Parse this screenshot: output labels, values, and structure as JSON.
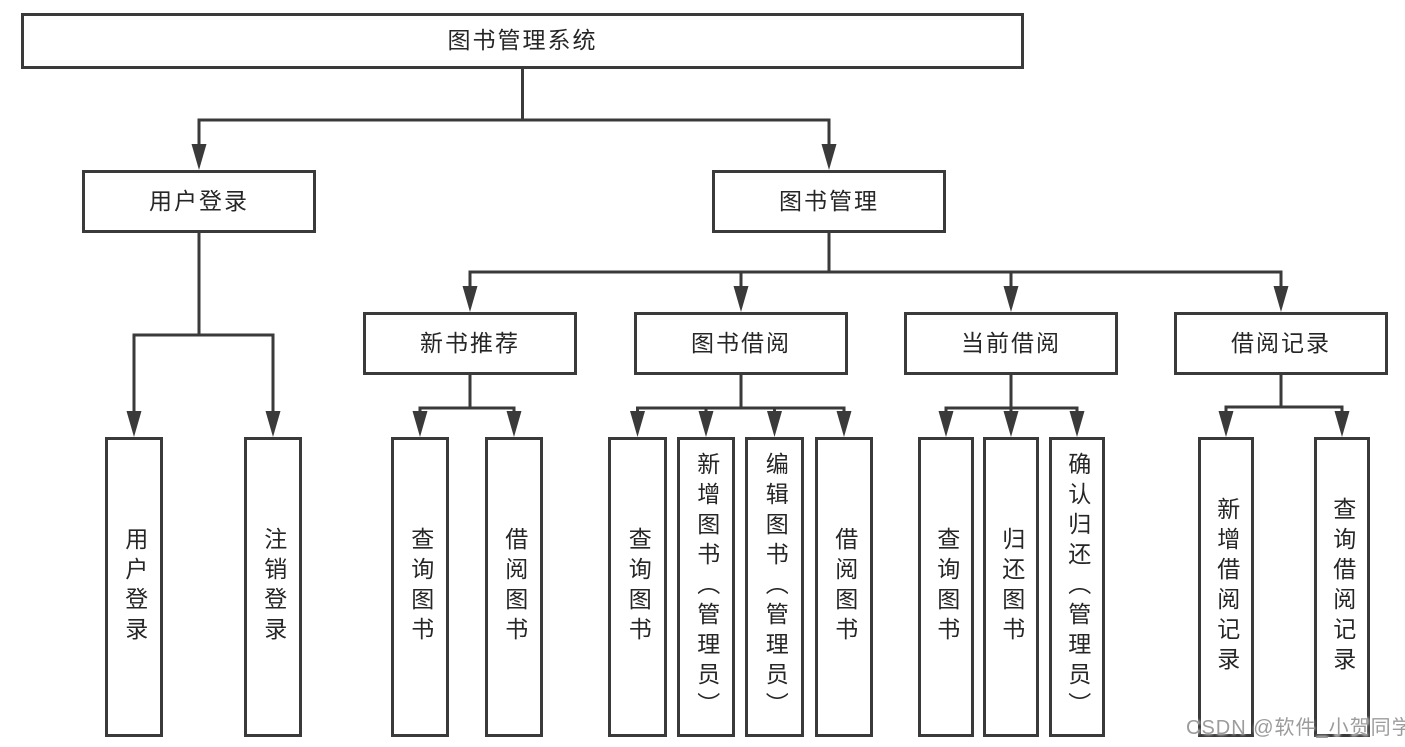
{
  "diagram_title": "图书管理系统",
  "colors": {
    "line": "#3a3a3a",
    "box_border": "#3a3a3a",
    "text": "#262626",
    "background": "#ffffff",
    "watermark": "#9c9c9c"
  },
  "nodes": {
    "root": {
      "label": "图书管理系统"
    },
    "user_login": {
      "label": "用户登录"
    },
    "book_mgmt": {
      "label": "图书管理"
    },
    "new_book_rec": {
      "label": "新书推荐"
    },
    "book_borrow": {
      "label": "图书借阅"
    },
    "current_borrow": {
      "label": "当前借阅"
    },
    "borrow_record": {
      "label": "借阅记录"
    },
    "leaf_user_login": {
      "label": "用户登录"
    },
    "leaf_logout": {
      "label": "注销登录"
    },
    "leaf_query_book_1": {
      "label": "查询图书"
    },
    "leaf_borrow_book_1": {
      "label": "借阅图书"
    },
    "leaf_query_book_2": {
      "label": "查询图书"
    },
    "leaf_add_book": {
      "label": "新增图书（管理员）"
    },
    "leaf_edit_book": {
      "label": "编辑图书（管理员）"
    },
    "leaf_borrow_book_2": {
      "label": "借阅图书"
    },
    "leaf_query_book_3": {
      "label": "查询图书"
    },
    "leaf_return_book": {
      "label": "归还图书"
    },
    "leaf_confirm_return": {
      "label": "确认归还（管理员）"
    },
    "leaf_add_record": {
      "label": "新增借阅记录"
    },
    "leaf_query_record": {
      "label": "查询借阅记录"
    }
  },
  "edges": [
    {
      "from": "root",
      "to": "user_login"
    },
    {
      "from": "root",
      "to": "book_mgmt"
    },
    {
      "from": "user_login",
      "to": "leaf_user_login"
    },
    {
      "from": "user_login",
      "to": "leaf_logout"
    },
    {
      "from": "book_mgmt",
      "to": "new_book_rec"
    },
    {
      "from": "book_mgmt",
      "to": "book_borrow"
    },
    {
      "from": "book_mgmt",
      "to": "current_borrow"
    },
    {
      "from": "book_mgmt",
      "to": "borrow_record"
    },
    {
      "from": "new_book_rec",
      "to": "leaf_query_book_1"
    },
    {
      "from": "new_book_rec",
      "to": "leaf_borrow_book_1"
    },
    {
      "from": "book_borrow",
      "to": "leaf_query_book_2"
    },
    {
      "from": "book_borrow",
      "to": "leaf_add_book"
    },
    {
      "from": "book_borrow",
      "to": "leaf_edit_book"
    },
    {
      "from": "book_borrow",
      "to": "leaf_borrow_book_2"
    },
    {
      "from": "current_borrow",
      "to": "leaf_query_book_3"
    },
    {
      "from": "current_borrow",
      "to": "leaf_return_book"
    },
    {
      "from": "current_borrow",
      "to": "leaf_confirm_return"
    },
    {
      "from": "borrow_record",
      "to": "leaf_add_record"
    },
    {
      "from": "borrow_record",
      "to": "leaf_query_record"
    }
  ],
  "watermark": "CSDN @软件_小贺同学"
}
